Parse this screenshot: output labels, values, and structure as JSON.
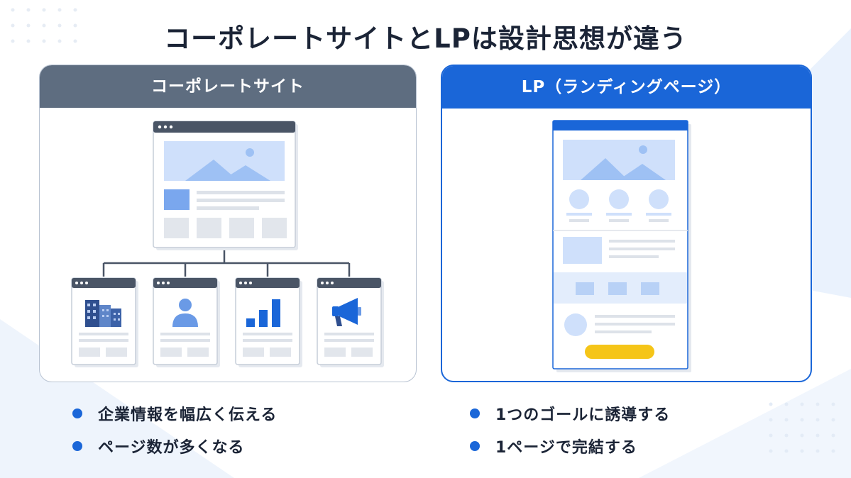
{
  "title": "コーポレートサイトとLPは設計思想が違う",
  "left": {
    "header": "コーポレートサイト",
    "child_icons": [
      "building-icon",
      "user-icon",
      "bar-chart-icon",
      "megaphone-icon"
    ],
    "bullets": [
      "企業情報を幅広く伝える",
      "ページ数が多くなる"
    ]
  },
  "right": {
    "header": "LP（ランディングページ）",
    "bullets": [
      "1つのゴールに誘導する",
      "1ページで完結する"
    ]
  },
  "colors": {
    "accent": "#1a66d8",
    "dark": "#1b2436",
    "gray_header": "#5e6d80",
    "cta": "#f5c518",
    "light_blue": "#cfe0fb"
  }
}
